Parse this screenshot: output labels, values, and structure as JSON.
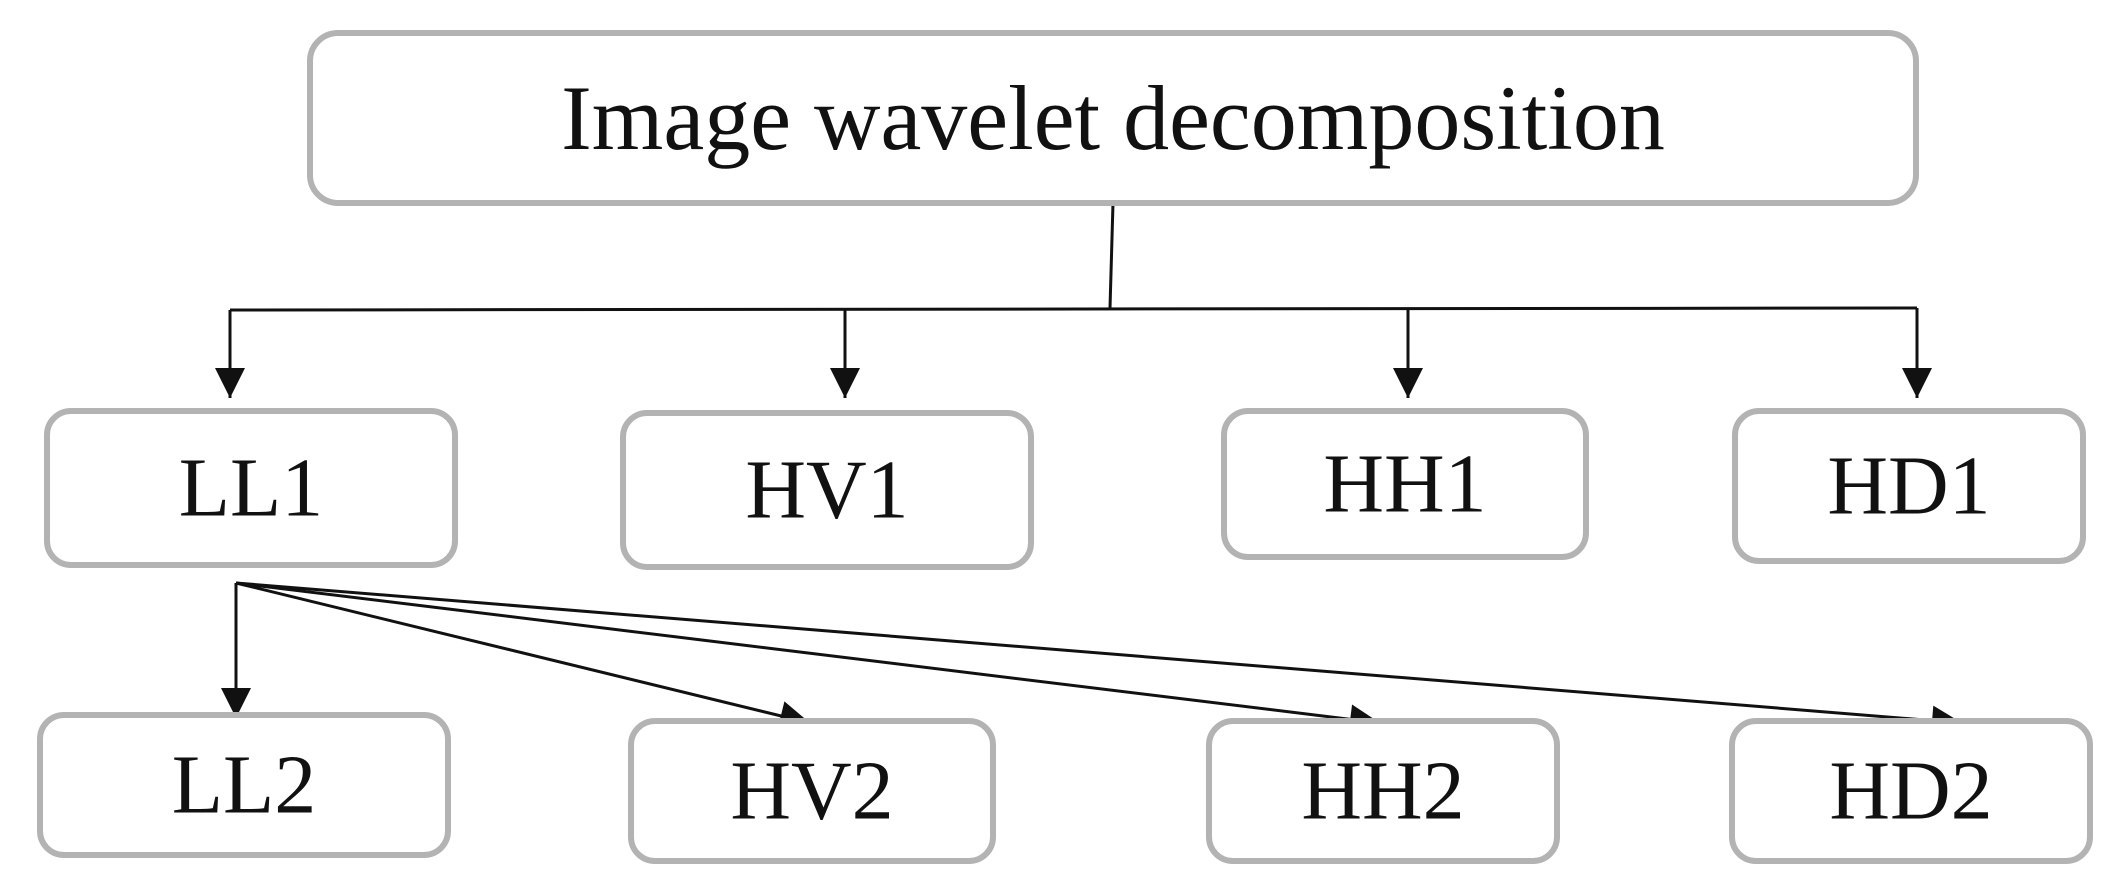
{
  "diagram": {
    "root": {
      "id": "root",
      "label": "Image wavelet decomposition"
    },
    "level1": [
      {
        "id": "ll1",
        "label": "LL1"
      },
      {
        "id": "hv1",
        "label": "HV1"
      },
      {
        "id": "hh1",
        "label": "HH1"
      },
      {
        "id": "hd1",
        "label": "HD1"
      }
    ],
    "level2": [
      {
        "id": "ll2",
        "label": "LL2"
      },
      {
        "id": "hv2",
        "label": "HV2"
      },
      {
        "id": "hh2",
        "label": "HH2"
      },
      {
        "id": "hd2",
        "label": "HD2"
      }
    ],
    "edges": [
      {
        "from": "root",
        "to": "ll1"
      },
      {
        "from": "root",
        "to": "hv1"
      },
      {
        "from": "root",
        "to": "hh1"
      },
      {
        "from": "root",
        "to": "hd1"
      },
      {
        "from": "ll1",
        "to": "ll2"
      },
      {
        "from": "ll1",
        "to": "hv2"
      },
      {
        "from": "ll1",
        "to": "hh2"
      },
      {
        "from": "ll1",
        "to": "hd2"
      }
    ],
    "colors": {
      "box_border": "#b3b3b3",
      "line": "#111111",
      "text": "#111111"
    }
  }
}
